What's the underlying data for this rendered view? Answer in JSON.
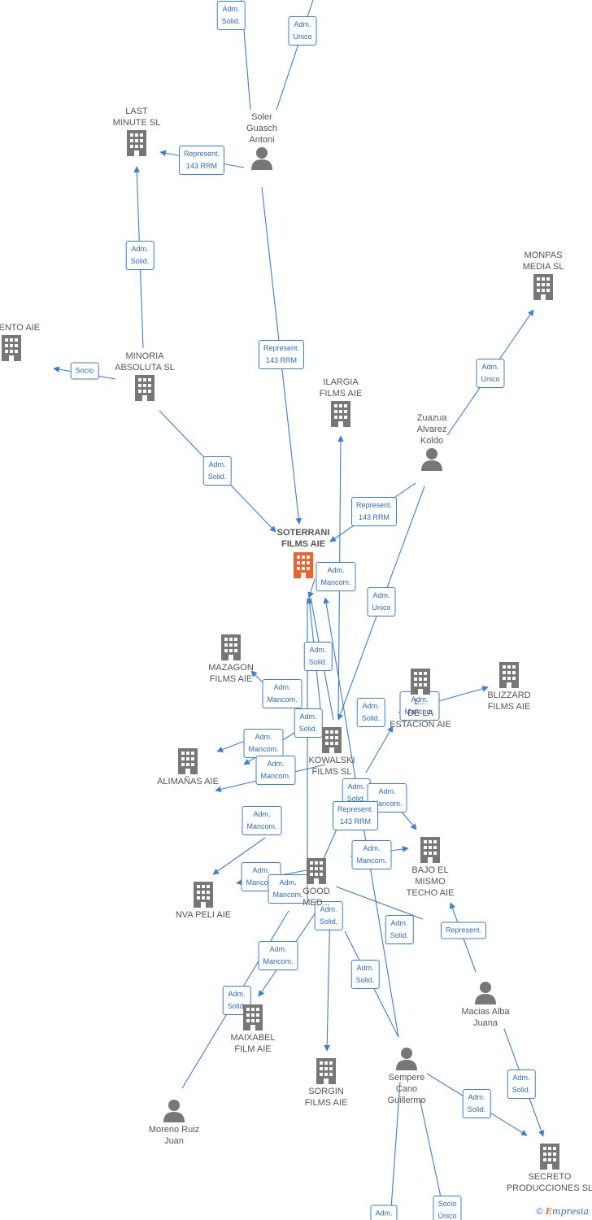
{
  "colors": {
    "edge": "#3a7fd5",
    "company": "#777777",
    "focus": "#f0622a",
    "person": "#777777",
    "label_text": "#2b6cc4"
  },
  "nodes": [
    {
      "id": "soler",
      "type": "person",
      "label": "Soler\nGuasch\nAntoni"
    },
    {
      "id": "lastminute",
      "type": "company",
      "label": "LAST\nMINUTE  SL"
    },
    {
      "id": "amiento",
      "type": "company",
      "label": "AMIENTO AIE"
    },
    {
      "id": "minoria",
      "type": "company",
      "label": "MINORIA\nABSOLUTA SL"
    },
    {
      "id": "monpas",
      "type": "company",
      "label": "MONPAS\nMEDIA  SL"
    },
    {
      "id": "ilargia",
      "type": "company",
      "label": "ILARGIA\nFILMS  AIE"
    },
    {
      "id": "zuazua",
      "type": "person",
      "label": "Zuazua\nAlvarez\nKoldo"
    },
    {
      "id": "soterrani",
      "type": "focus",
      "label": "SOTERRANI\nFILMS  AIE"
    },
    {
      "id": "mazagon",
      "type": "company",
      "label": "MAZAGON\nFILMS  AIE"
    },
    {
      "id": "estacion",
      "type": "company",
      "label": "L...\nDE LA\nESTACION AIE"
    },
    {
      "id": "blizzard",
      "type": "company",
      "label": "BLIZZARD\nFILMS  AIE"
    },
    {
      "id": "alimanas",
      "type": "company",
      "label": "ALIMAÑAS AIE"
    },
    {
      "id": "kowalski",
      "type": "company",
      "label": "KOWALSKI\nFILMS SL"
    },
    {
      "id": "bajo",
      "type": "company",
      "label": "BAJO EL\nMISMO\nTECHO AIE"
    },
    {
      "id": "goodmed",
      "type": "company",
      "label": "GOOD\nMED..."
    },
    {
      "id": "nvapeli",
      "type": "company",
      "label": "NVA PELI  AIE"
    },
    {
      "id": "macias",
      "type": "person",
      "label": "Macias Alba\nJuana"
    },
    {
      "id": "maixabel",
      "type": "company",
      "label": "MAIXABEL\nFILM AIE"
    },
    {
      "id": "sorgin",
      "type": "company",
      "label": "SORGIN\nFILMS AIE"
    },
    {
      "id": "sempere",
      "type": "person",
      "label": "Sempere\nCano\nGuillermo"
    },
    {
      "id": "moreno",
      "type": "person",
      "label": "Moreno Ruiz\nJuan"
    },
    {
      "id": "secreto",
      "type": "company",
      "label": "SECRETO\nPRODUCCIONES SL"
    }
  ],
  "edge_labels": [
    "Adm.\nSolid.",
    "Adm.\nUnico",
    "Represent.\n143 RRM",
    "Adm.\nSolid.",
    "Socio",
    "Represent.\n143 RRM",
    "Adm.\nUnico",
    "Adm.\nSolid.",
    "Represent.\n143 RRM",
    "Adm.\nMancom.",
    "Adm.\nUnico",
    "Adm.\nSolid.",
    "Adm.\nMancom.",
    "Adm.\nSolid.",
    "Adm.\nMancom.",
    "Adm.\nSolid.",
    "Adm.\nMancom.",
    "Adm.\nMancom.",
    "Adm.\nSolid.",
    "Adm.\nMancom.",
    "Adm.\nMancom.",
    "Represent.\n143 RRM",
    "Adm.\nMancom.",
    "Adm.\nMancom.",
    "Adm.\nMancom.",
    "Adm.\nSolid.",
    "Adm.\nSolid.",
    "Represent.",
    "Adm.\nSolid.",
    "Adm.\nMancom.",
    "Adm.\nSolid.",
    "Adm.\nSolid.",
    "Adm.\nSolid.",
    "Adm.",
    "Socio\nÚnico"
  ],
  "footer": {
    "copyright": "©",
    "brand_initial": "E",
    "brand_rest": "mpresia"
  }
}
